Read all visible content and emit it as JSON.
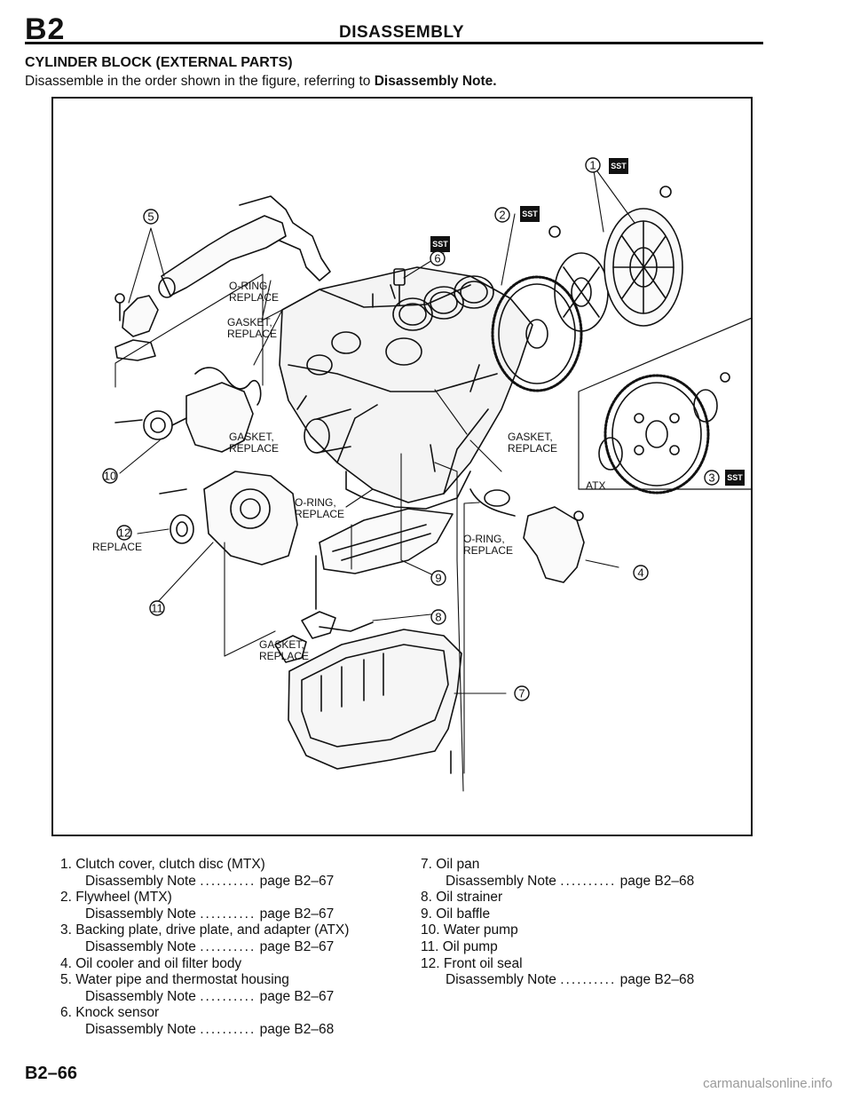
{
  "header": {
    "section_code": "B2",
    "title": "DISASSEMBLY"
  },
  "sub_title": "CYLINDER BLOCK (EXTERNAL PARTS)",
  "intro": {
    "text": "Disassemble in the order shown in the figure, referring to ",
    "emphasis": "Disassembly Note."
  },
  "figure": {
    "callouts": [
      "1",
      "2",
      "3",
      "4",
      "5",
      "6",
      "7",
      "8",
      "9",
      "10",
      "11",
      "12"
    ],
    "sst_tag": "SST",
    "atx_tag": "ATX",
    "labels": {
      "oring_replace_a": [
        "O-RING,",
        "REPLACE"
      ],
      "gasket_replace_a": [
        "GASKET,",
        "REPLACE"
      ],
      "gasket_replace_b": [
        "GASKET,",
        "REPLACE"
      ],
      "gasket_replace_c": [
        "GASKET,",
        "REPLACE"
      ],
      "oring_replace_b": [
        "O-RING,",
        "REPLACE"
      ],
      "oring_replace_c": [
        "O-RING,",
        "REPLACE"
      ],
      "gasket_replace_d": [
        "GASKET,",
        "REPLACE"
      ],
      "replace_seal": "REPLACE"
    }
  },
  "legend_left": [
    {
      "text": "1. Clutch cover, clutch disc (MTX)"
    },
    {
      "note": "Disassembly Note",
      "dots": "..........",
      "page": "page B2–67"
    },
    {
      "text": "2. Flywheel (MTX)"
    },
    {
      "note": "Disassembly Note",
      "dots": "..........",
      "page": "page B2–67"
    },
    {
      "text": "3. Backing plate, drive plate, and adapter (ATX)"
    },
    {
      "note": "Disassembly Note",
      "dots": "..........",
      "page": "page B2–67"
    },
    {
      "text": "4. Oil cooler and oil filter body"
    },
    {
      "text": "5. Water pipe and thermostat housing"
    },
    {
      "note": "Disassembly Note",
      "dots": "..........",
      "page": "page B2–67"
    },
    {
      "text": "6. Knock sensor"
    },
    {
      "note": "Disassembly Note",
      "dots": "..........",
      "page": "page B2–68"
    }
  ],
  "legend_right": [
    {
      "text": "7. Oil pan"
    },
    {
      "note": "Disassembly Note",
      "dots": "..........",
      "page": "page B2–68"
    },
    {
      "text": "8. Oil strainer"
    },
    {
      "text": "9. Oil baffle"
    },
    {
      "text": "10. Water pump"
    },
    {
      "text": "11. Oil pump"
    },
    {
      "text": "12. Front oil seal"
    },
    {
      "note": "Disassembly Note",
      "dots": "..........",
      "page": "page B2–68"
    }
  ],
  "page_number": "B2–66",
  "watermark": "carmanualsonline.info"
}
